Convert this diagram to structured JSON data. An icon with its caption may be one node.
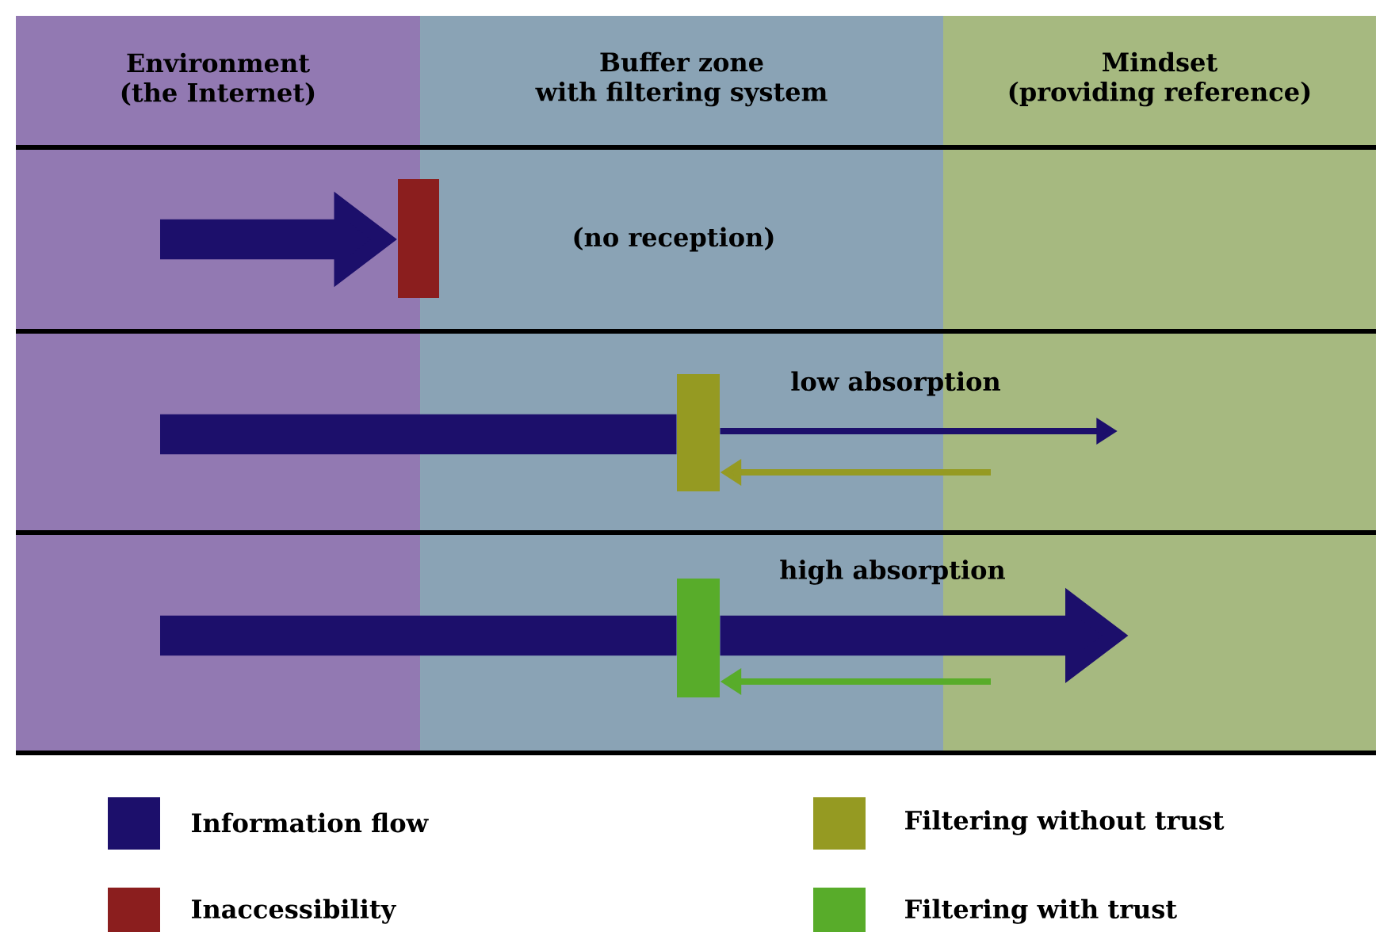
{
  "diagram": {
    "nodes": [
      {
        "text": [
          "Environment",
          "(the Internet)"
        ]
      },
      {
        "text": [
          "Buffer zone",
          "with filtering system"
        ]
      },
      {
        "text": [
          "Mindset",
          "(providing reference)"
        ]
      },
      {
        "text": [],
        "shape": "bar"
      },
      {
        "text": [],
        "shape": "bar",
        "in": 1
      },
      {
        "text": [],
        "shape": "bar",
        "in": 1
      }
    ],
    "edges": [
      {
        "from": 0,
        "to": 3,
        "arrow": "to"
      },
      {
        "from": 0,
        "to": 4,
        "arrow": "none"
      },
      {
        "from": 4,
        "to": 2,
        "arrow": "to"
      },
      {
        "from": 2,
        "to": 4,
        "arrow": "to",
        "color": "#959a22"
      },
      {
        "from": 0,
        "to": 5,
        "arrow": "none"
      },
      {
        "from": 5,
        "to": 2,
        "arrow": "to"
      },
      {
        "from": 2,
        "to": 5,
        "arrow": "to",
        "color": "#58ac2a"
      }
    ],
    "labels": [
      "(no reception)",
      "low absorption",
      "high absorption"
    ],
    "legend": [
      {
        "text": "Information flow",
        "color": "#1c0f6b"
      },
      {
        "text": "Inaccessibility",
        "color": "#8b1e1e"
      },
      {
        "text": "Filtering without trust",
        "color": "#959a22"
      },
      {
        "text": "Filtering with trust",
        "color": "#58ac2a"
      }
    ]
  }
}
